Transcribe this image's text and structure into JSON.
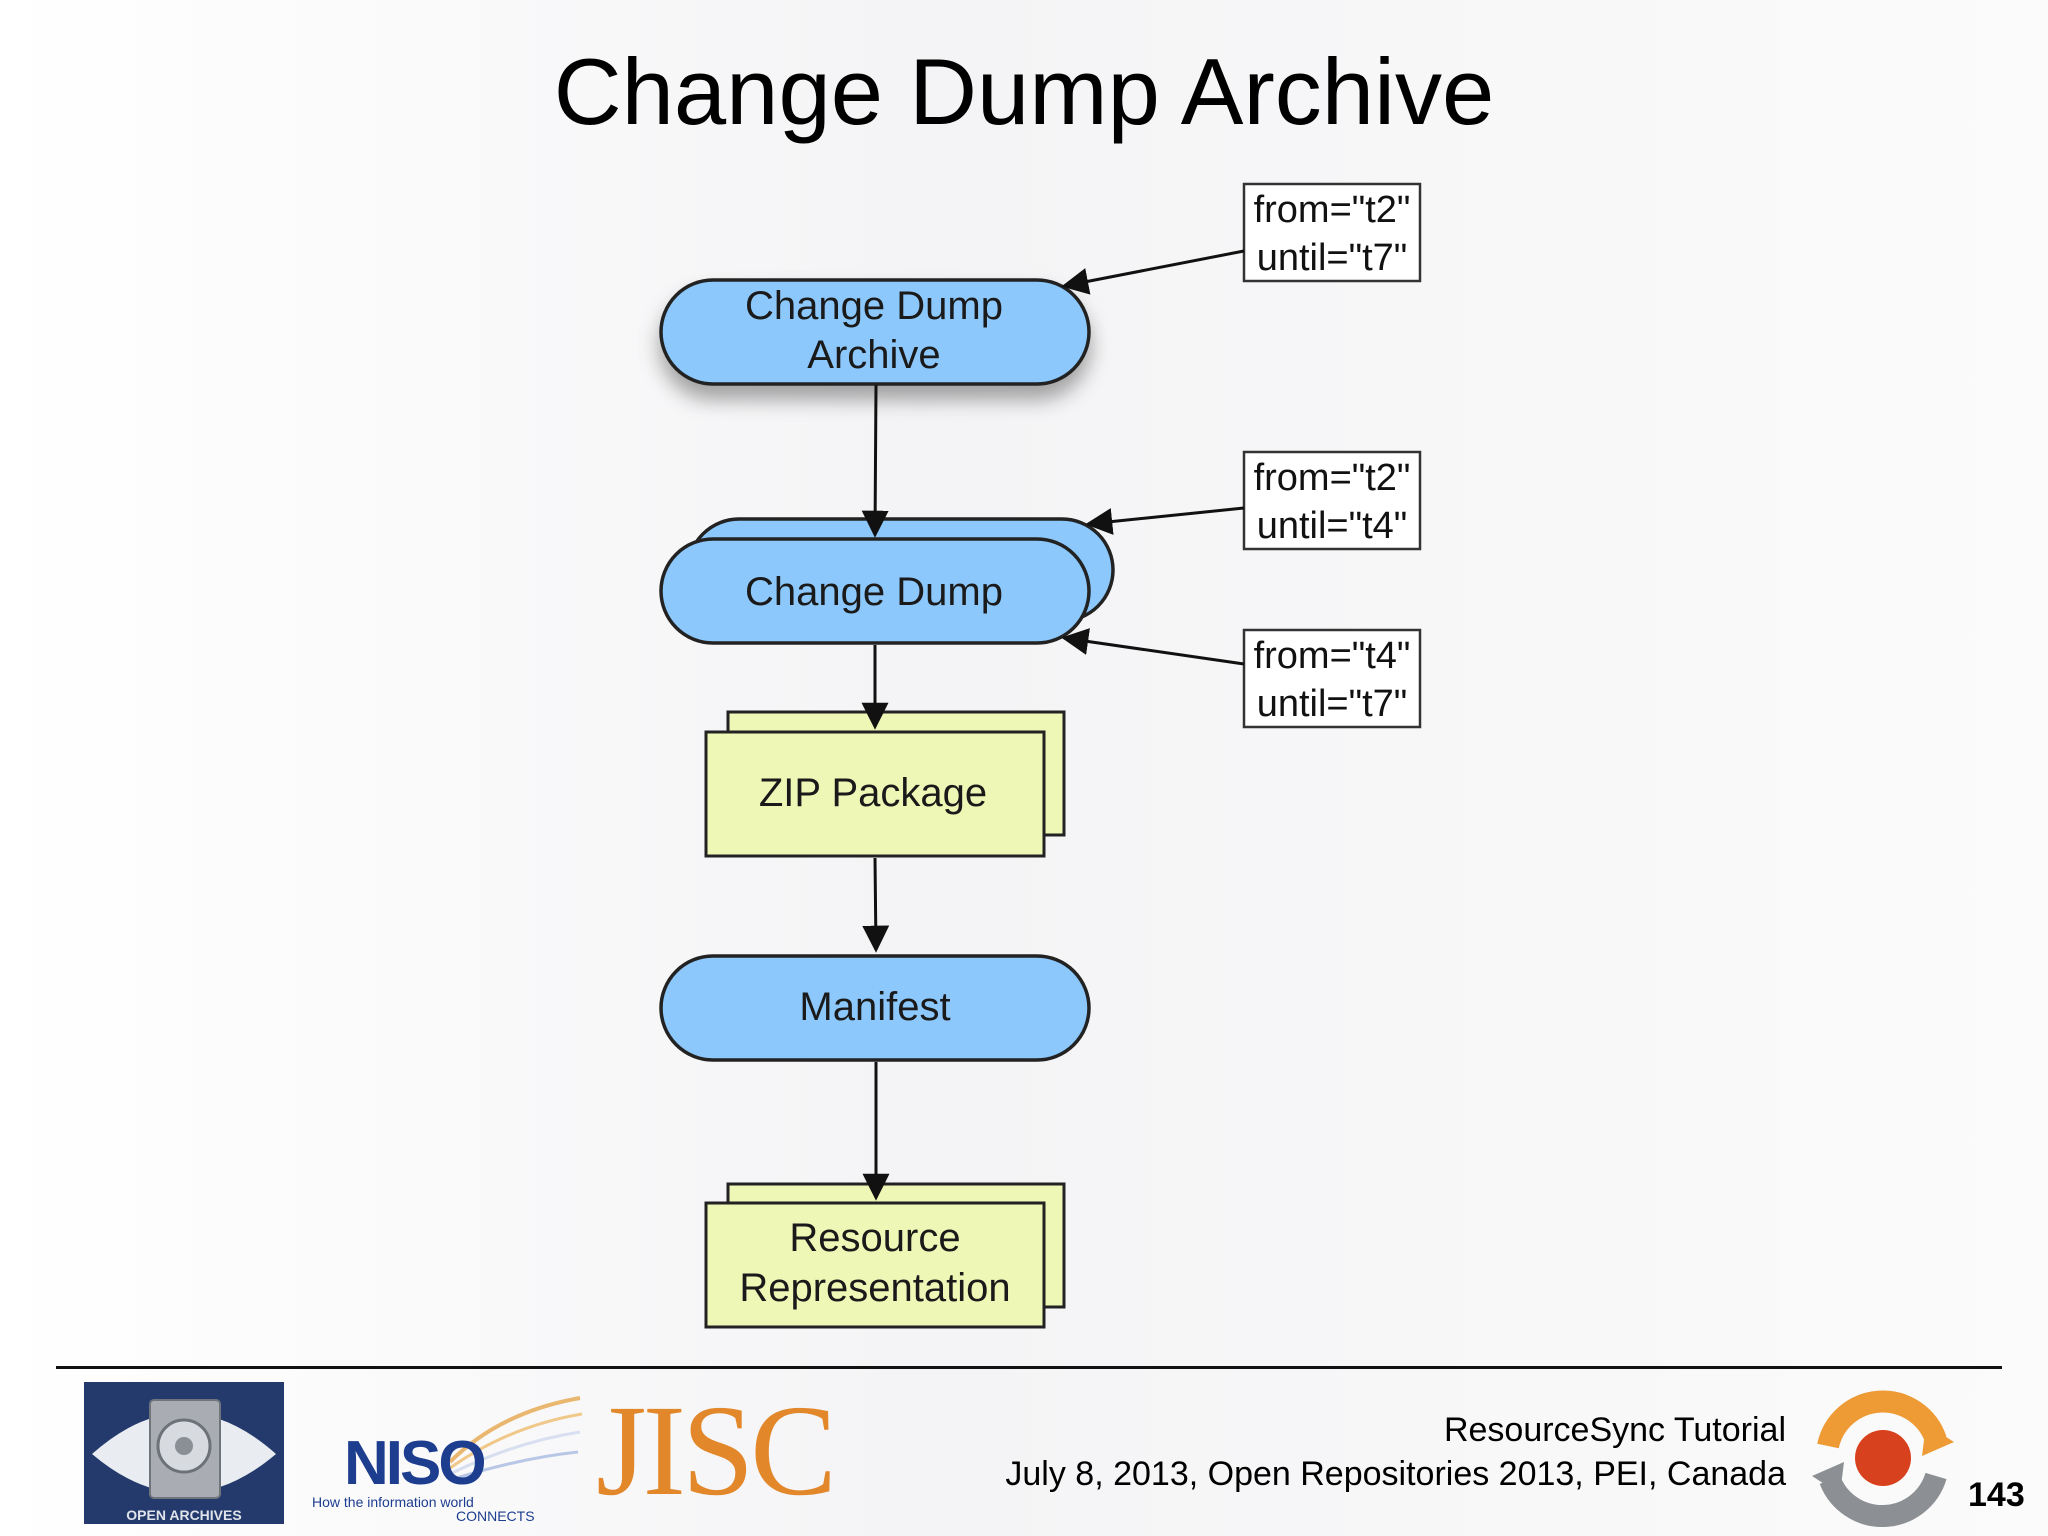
{
  "slide": {
    "title": "Change Dump Archive"
  },
  "diagram": {
    "nodes": {
      "change_dump_archive": {
        "line1": "Change Dump",
        "line2": "Archive"
      },
      "change_dump": {
        "label": "Change Dump"
      },
      "zip_package": {
        "label": "ZIP Package"
      },
      "manifest": {
        "label": "Manifest"
      },
      "resource_representation": {
        "line1": "Resource",
        "line2": "Representation"
      }
    },
    "annotations": {
      "archive_range": {
        "from": "from=\"t2\"",
        "until": "until=\"t7\""
      },
      "dump1_range": {
        "from": "from=\"t2\"",
        "until": "until=\"t4\""
      },
      "dump2_range": {
        "from": "from=\"t4\"",
        "until": "until=\"t7\""
      }
    },
    "colors": {
      "capsule_fill": "#8cc8fb",
      "package_fill": "#eff7b6",
      "stroke": "#222222"
    }
  },
  "footer": {
    "line1": "ResourceSync Tutorial",
    "line2": "July 8, 2013, Open Repositories 2013, PEI, Canada",
    "page_number": "143",
    "logos": {
      "open_archives": "OPEN ARCHIVES",
      "niso": "NISO",
      "niso_tagline1": "How the information world",
      "niso_tagline2": "CONNECTS",
      "jisc": "JISC"
    }
  }
}
